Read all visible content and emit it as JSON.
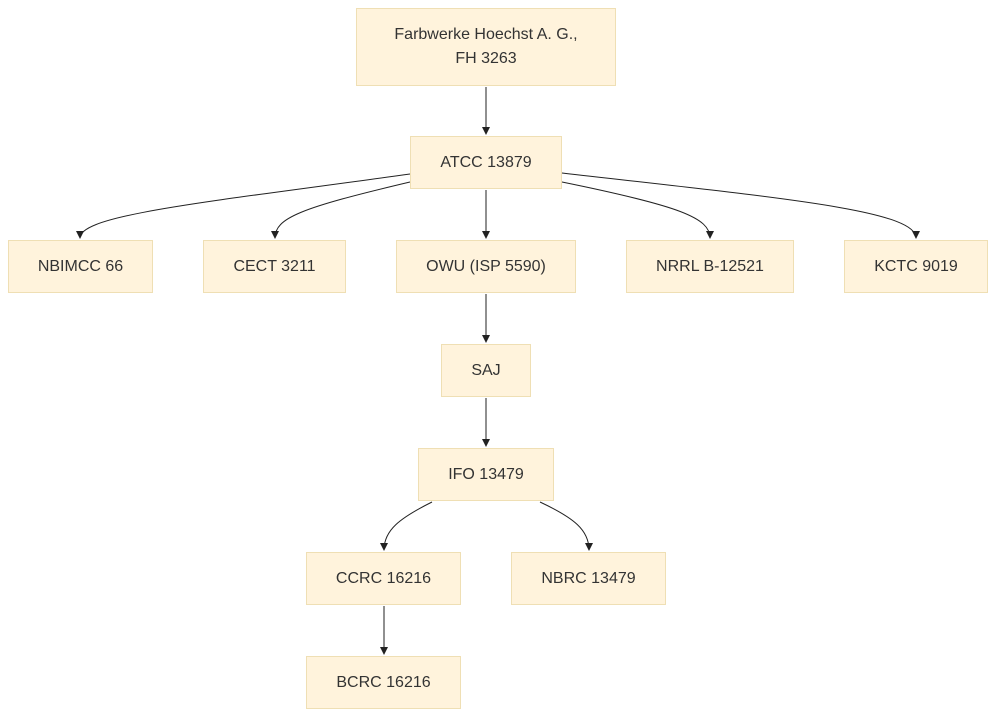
{
  "nodes": [
    {
      "label": "Farbwerke Hoechst A. G.,\nFH 3263"
    },
    {
      "label": "ATCC 13879"
    },
    {
      "label": "NBIMCC 66"
    },
    {
      "label": "CECT 3211"
    },
    {
      "label": "OWU (ISP 5590)"
    },
    {
      "label": "NRRL B-12521"
    },
    {
      "label": "KCTC 9019"
    },
    {
      "label": "SAJ"
    },
    {
      "label": "IFO 13479"
    },
    {
      "label": "CCRC 16216"
    },
    {
      "label": "NBRC 13479"
    },
    {
      "label": "BCRC 16216"
    }
  ],
  "edges": [
    {
      "from": 0,
      "to": 1
    },
    {
      "from": 1,
      "to": 2
    },
    {
      "from": 1,
      "to": 3
    },
    {
      "from": 1,
      "to": 4
    },
    {
      "from": 1,
      "to": 5
    },
    {
      "from": 1,
      "to": 6
    },
    {
      "from": 4,
      "to": 7
    },
    {
      "from": 7,
      "to": 8
    },
    {
      "from": 8,
      "to": 9
    },
    {
      "from": 8,
      "to": 10
    },
    {
      "from": 9,
      "to": 11
    }
  ],
  "colors": {
    "node_fill": "#fff3dc",
    "node_border": "#efdfb4",
    "edge": "#222222",
    "text": "#333333"
  }
}
